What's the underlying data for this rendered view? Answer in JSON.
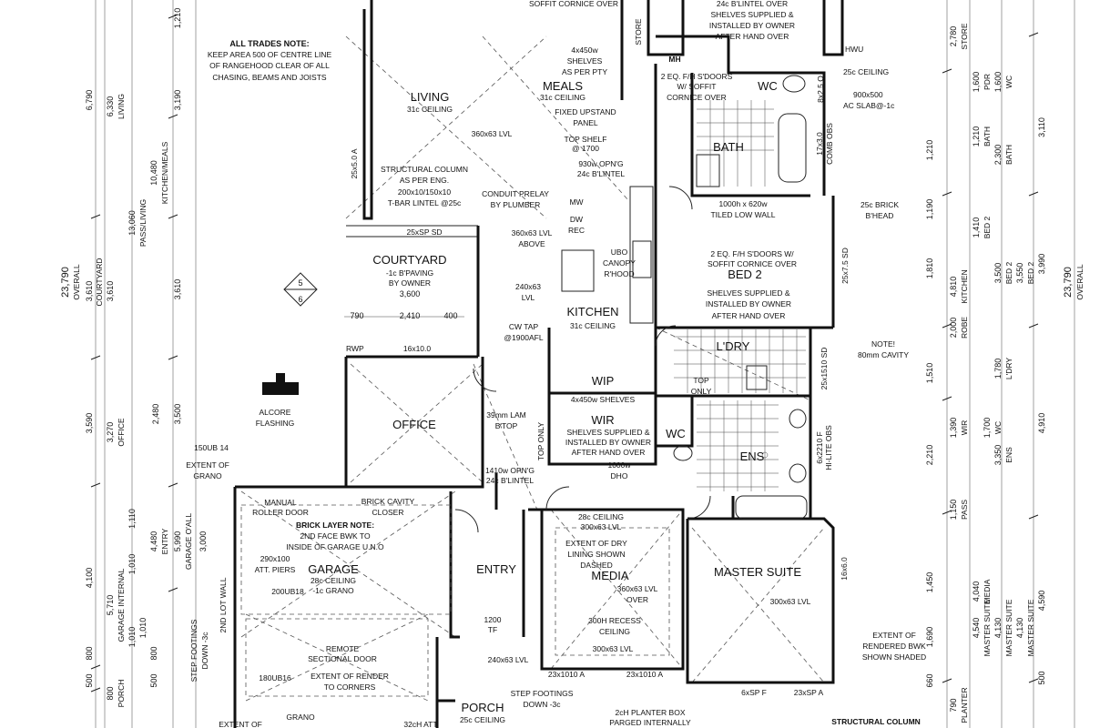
{
  "notes": {
    "all_trades_title": "ALL TRADES NOTE:",
    "all_trades_lines": [
      "KEEP AREA 500 OF CENTRE LINE",
      "OF RANGEHOOD CLEAR OF ALL",
      "CHASING, BEAMS AND JOISTS"
    ],
    "brick_layer_title": "BRICK LAYER NOTE:",
    "brick_layer_lines": [
      "2ND FACE BWK TO",
      "INSIDE OF GARAGE U.N.O"
    ],
    "structural_column_lines": [
      "STRUCTURAL COLUMN",
      "AS PER ENG."
    ],
    "bottom_structural_column": "STRUCTURAL COLUMN"
  },
  "rooms": [
    {
      "name": "LIVING",
      "sub": "31c CEILING"
    },
    {
      "name": "MEALS",
      "sub": "31c CEILING"
    },
    {
      "name": "COURTYARD",
      "sub": "-1c B'PAVING"
    },
    {
      "name": "KITCHEN",
      "sub": "31c CEILING"
    },
    {
      "name": "WIP",
      "sub": ""
    },
    {
      "name": "WIR",
      "sub": ""
    },
    {
      "name": "OFFICE",
      "sub": ""
    },
    {
      "name": "GARAGE",
      "sub": "28c CEILING"
    },
    {
      "name": "ENTRY",
      "sub": ""
    },
    {
      "name": "MEDIA",
      "sub": ""
    },
    {
      "name": "MASTER SUITE",
      "sub": ""
    },
    {
      "name": "BATH",
      "sub": ""
    },
    {
      "name": "BED 2",
      "sub": ""
    },
    {
      "name": "L'DRY",
      "sub": ""
    },
    {
      "name": "ENS",
      "sub": ""
    },
    {
      "name": "WC",
      "sub": ""
    },
    {
      "name": "WC",
      "sub": ""
    },
    {
      "name": "PORCH",
      "sub": "25c CEILING"
    },
    {
      "name": "STORE",
      "sub": ""
    },
    {
      "name": "MH",
      "sub": ""
    }
  ],
  "annotations": [
    "SOFFIT CORNICE OVER",
    "24c B'LINTEL OVER",
    "SHELVES SUPPLIED &",
    "INSTALLED BY OWNER",
    "AFTER HAND OVER",
    "HWU",
    "25c CEILING",
    "900x500",
    "AC SLAB@-1c",
    "4x450w",
    "SHELVES",
    "AS PER PTY",
    "2 EQ. F/H S'DOORS",
    "W/ SOFFIT",
    "CORNICE OVER",
    "FIXED UPSTAND",
    "PANEL",
    "TOP SHELF",
    "@ 1700",
    "360x63 LVL",
    "930w OPN'G",
    "24c B'LINTEL",
    "200x10/150x10",
    "T-BAR LINTEL @25c",
    "CONDUIT PRELAY",
    "BY PLUMBER",
    "MW",
    "DW",
    "REC",
    "1000h x 620w",
    "TILED LOW WALL",
    "25c BRICK",
    "B'HEAD",
    "25xSP SD",
    "360x63 LVL",
    "ABOVE",
    "UBO",
    "CANOPY",
    "R'HOOD",
    "2 EQ. F/H S'DOORS W/",
    "SOFFIT CORNICE OVER",
    "SHELVES SUPPLIED &",
    "INSTALLED BY OWNER",
    "AFTER HAND OVER",
    "BY OWNER",
    "240x63",
    "LVL",
    "CW TAP",
    "@1900AFL",
    "RWP",
    "NOTE!",
    "80mm CAVITY",
    "16x10.0",
    "ALCORE",
    "FLASHING",
    "4x450w SHELVES",
    "TOP",
    "ONLY",
    "39mm LAM",
    "B'TOP",
    "SHELVES SUPPLIED &",
    "INSTALLED BY OWNER",
    "AFTER HAND OVER",
    "TOP ONLY",
    "1410w OPN'G",
    "24c B'LINTEL",
    "1000w",
    "DHO",
    "150UB 14",
    "EXTENT OF",
    "GRANO",
    "MANUAL",
    "ROLLER DOOR",
    "BRICK CAVITY",
    "CLOSER",
    "290x100",
    "ATT. PIERS",
    "-1c GRANO",
    "200UB18",
    "28c CEILING",
    "300x63 LVL",
    "EXTENT OF DRY",
    "LINING SHOWN",
    "DASHED",
    "360x63 LVL",
    "OVER",
    "300H RECESS",
    "CEILING",
    "300x63 LVL",
    "300x63 LVL",
    "2ND LOT WALL",
    "STEP FOOTINGS",
    "DOWN -3c",
    "REMOTE",
    "SECTIONAL DOOR",
    "EXTENT OF RENDER",
    "TO CORNERS",
    "180UB16",
    "1200",
    "TF",
    "240x63 LVL",
    "23x1010 A",
    "23x1010 A",
    "STEP FOOTINGS",
    "DOWN -3c",
    "2cH PLANTER BOX",
    "PARGED INTERNALLY",
    "6xSP F",
    "23xSP A",
    "EXTENT OF",
    "RENDERED BWK",
    "SHOWN SHADED",
    "16x6.0",
    "6x2210 F",
    "HI-LITE OBS",
    "25x1510 SD",
    "25x7.5 SD",
    "17x3.0",
    "COMB OBS",
    "8x2.5 O",
    "25x5.0 A",
    "32cH ATT",
    "EXTENT OF",
    "GRANO"
  ],
  "dimensions": {
    "left_overall": [
      "23,790",
      "OVERALL"
    ],
    "left_chain_1": [
      "6,790",
      "3,610",
      "3,590",
      "4,100",
      "500",
      "800"
    ],
    "left_chain_2": [
      "6,330",
      "LIVING",
      "13,060",
      "PASS/LIVING",
      "3,610",
      "COURTYARD",
      "3,270",
      "OFFICE",
      "5,710",
      "GARAGE INTERNAL",
      "800",
      "PORCH"
    ],
    "left_chain_3": [
      "10,480",
      "KITCHEN/MEALS",
      "3,190",
      "1,210",
      "3,610",
      "3,500",
      "2,480",
      "1,110",
      "1,010",
      "1,010",
      "4,480",
      "ENTRY",
      "5,990",
      "GARAGE O'ALL",
      "3,000",
      "1,010",
      "800",
      "500"
    ],
    "courtyard_dims": [
      "3,600",
      "790",
      "2,410",
      "400"
    ],
    "right_overall": [
      "23,790",
      "OVERALL"
    ],
    "right_chain_1": [
      "3,110",
      "3,990",
      "4,910",
      "4,590",
      "500"
    ],
    "right_chain_2": [
      "2,780",
      "STORE",
      "1,600",
      "PDR",
      "1,600",
      "WC",
      "1,210",
      "BATH",
      "2,300",
      "BATH",
      "1,410",
      "BED 2",
      "3,500",
      "BED 2",
      "3,550",
      "BED 2",
      "1,780",
      "L'DRY",
      "3,350",
      "ENS",
      "4,040",
      "MEDIA",
      "4,540",
      "MASTER SUITE",
      "4,130",
      "MASTER SUITE",
      "4,130",
      "MASTER SUITE",
      "1,700",
      "WC"
    ],
    "right_chain_3": [
      "1,210",
      "1,190",
      "1,810",
      "1,510",
      "2,210",
      "1,450",
      "1,690",
      "660",
      "4,810",
      "KITCHEN",
      "2,000",
      "ROBE",
      "1,390",
      "WIR",
      "1,150",
      "PASS",
      "790",
      "PLANTER"
    ]
  },
  "north_symbol": [
    "5",
    "6"
  ]
}
